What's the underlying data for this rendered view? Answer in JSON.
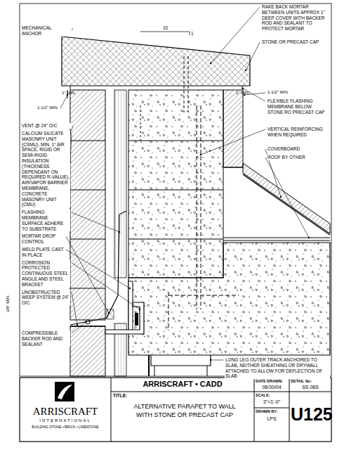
{
  "diagram": {
    "title": "ALTERNATIVE PARAPET TO WALL WITH STONE OR PRECAST CAP",
    "labels": [
      "MECHANICAL ANCHOR",
      "10",
      "1",
      "1\" MIN.",
      "1-1/2\" MIN.",
      "VENT @ 24\" O/C",
      "CALCIUM SILICATE MASONRY UNIT (CSMU), MIN. 1\" AIR SPACE, RIGID OR SEMI-RIGID INSULATION (THICKNESS DEPENDANT ON REQUIRED R-VALUE), AIR/VAPOR BARRIER MEMBRANE, CONCRETE MASONRY UNIT (CMU)",
      "FLASHING MEMBRANE SURFACE ADHERE TO SUBSTRATE",
      "MORTAR DROP CONTROL",
      "WELD PLATE CAST IN PLACE",
      "CORROSION PROTECTED CONTINUOUS STEEL ANGLE AND STEEL BRACKET",
      "UNOBSTRUCTED WEEP SYSTEM @ 24\" O/C",
      "3/8\" MIN.",
      "COMPRESSIBLE BACKER ROD AND SEALANT",
      "RAKE BACK MORTAR BETWEEN UNITS APPROX 1\" DEEP COVER WITH BACKER ROD AND SEALANT TO PROTECT MORTAR",
      "STONE OR PRECAST CAP",
      "1\" MIN.",
      "1-1/2\" MIN.",
      "FLEXIBLE FLASHING MEMBRANE BELOW STONE RO PRECAST CAP",
      "VERTICAL REINFORCING WHEN REQUIRED",
      "COVERBOARD",
      "ROOF BY OTHER",
      "LONG LEG OUTER TRACK ANCHORED TO SLAB, NEITHER SHEATHING OR DRYWALL ATTACHED TO ALLOW FOR DEFLECTION OF SLAB",
      "ARRISCRAFT • CADD",
      "TITLE:",
      "DATE DRAWN:",
      "08/30/04",
      "SCALE:",
      "3\"=1'-0\"",
      "DRAWN BY:",
      "LPS",
      "DETAIL No:",
      "SS 08S",
      "U125",
      "ARRISCRAFT",
      "INTERNATIONAL",
      "BUILDING STONE • BRICK • LIMESTONE"
    ]
  }
}
